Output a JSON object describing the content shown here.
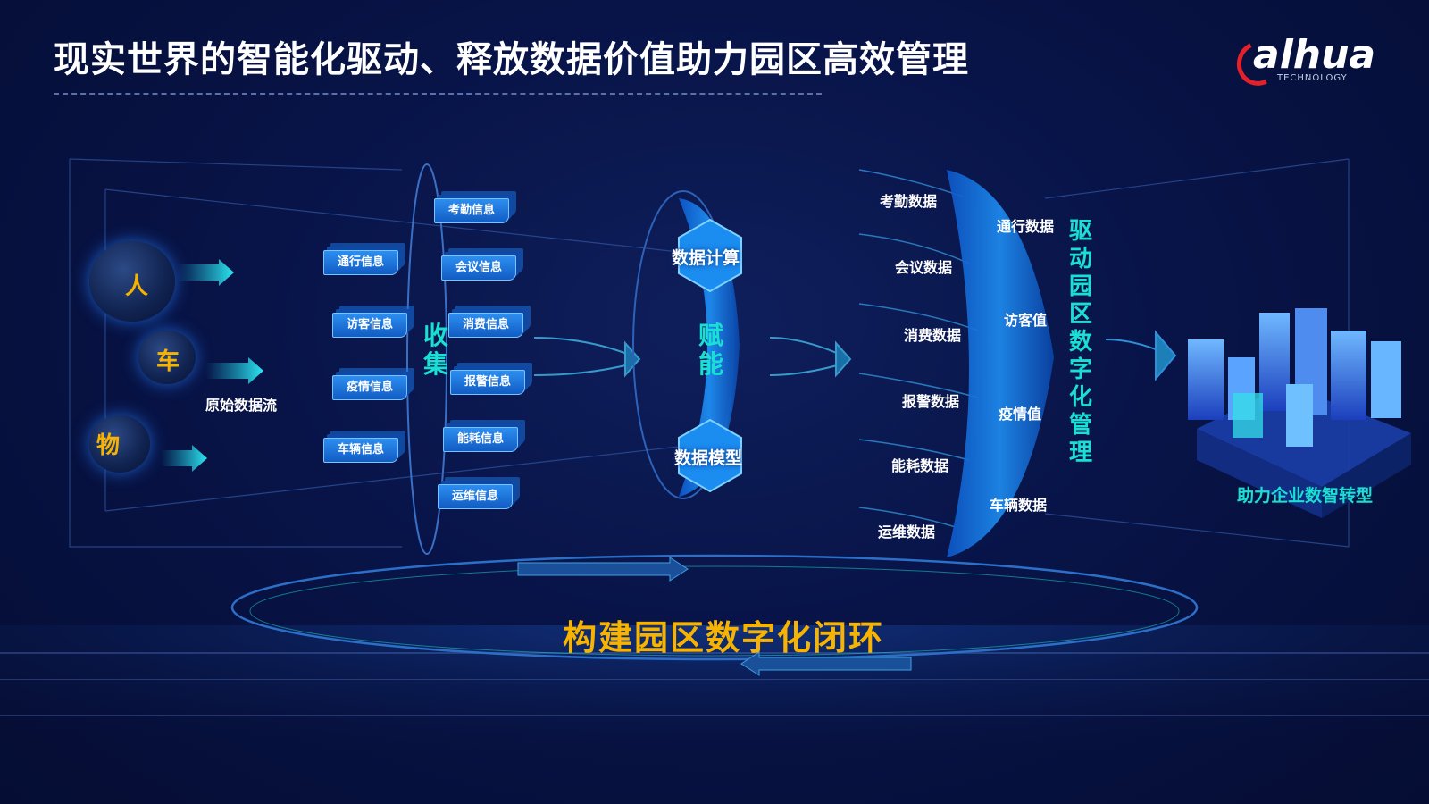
{
  "title": "现实世界的智能化驱动、释放数据价值助力园区高效管理",
  "logo": {
    "text": "alhua",
    "sub": "TECHNOLOGY"
  },
  "sources": {
    "items": [
      {
        "label": "人"
      },
      {
        "label": "车"
      },
      {
        "label": "物"
      }
    ],
    "raw_label": "原始数据流"
  },
  "info_cards": [
    "考勤信息",
    "通行信息",
    "会议信息",
    "访客信息",
    "消费信息",
    "疫情信息",
    "报警信息",
    "车辆信息",
    "能耗信息",
    "运维信息"
  ],
  "collect_label": "收集",
  "compute": {
    "top": "数据计算",
    "middle": "赋能",
    "bottom": "数据模型"
  },
  "outputs_left": [
    "考勤数据",
    "会议数据",
    "消费数据",
    "报警数据",
    "能耗数据",
    "运维数据"
  ],
  "outputs_right": [
    "通行数据",
    "访客值",
    "疫情值",
    "车辆数据"
  ],
  "drive_label": "驱动园区数字化管理",
  "city_label": "助力企业数智转型",
  "closed_loop": "构建园区数字化闭环",
  "colors": {
    "accent": "#19e0d2",
    "highlight": "#f7b300",
    "card": "#1e7ae0",
    "brand": "#e3212b"
  }
}
